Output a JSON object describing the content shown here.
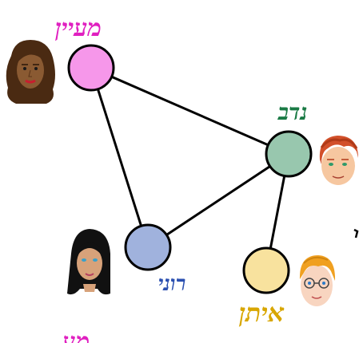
{
  "diagram": {
    "nodes": [
      {
        "id": "ayin",
        "label": "מעיין",
        "fill": "#f697ea",
        "label_color": "#e01fc0",
        "portrait": "woman-curly-brown-hair"
      },
      {
        "id": "nadav",
        "label": "נדב",
        "fill": "#98c7ae",
        "label_color": "#1a7a45",
        "portrait": "boy-red-hair"
      },
      {
        "id": "roni",
        "label": "רוני",
        "fill": "#a0b2dd",
        "label_color": "#2a4fb0",
        "portrait": "girl-black-hair"
      },
      {
        "id": "itan",
        "label": "איתן",
        "fill": "#f8e29e",
        "label_color": "#d8a600",
        "portrait": "boy-orange-hair-glasses"
      }
    ],
    "edges": [
      [
        "ayin",
        "nadav"
      ],
      [
        "ayin",
        "roni"
      ],
      [
        "roni",
        "nadav"
      ],
      [
        "nadav",
        "itan"
      ]
    ],
    "partial_label": "מע",
    "partial_label_color": "#e01fc0",
    "stroke_color": "#000000"
  }
}
